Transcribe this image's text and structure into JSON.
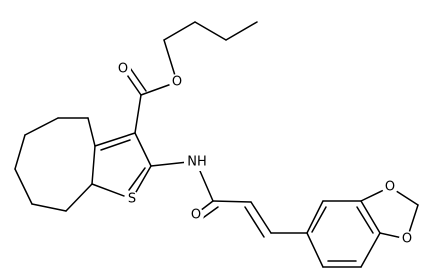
{
  "structure": {
    "atoms": {
      "oxygen_carbonyl_ester": "O",
      "oxygen_ether_ester": "O",
      "nitrogen_amide": "NH",
      "sulfur_thiophene": "S",
      "oxygen_carbonyl_amide": "O",
      "oxygen_dioxole_top": "O",
      "oxygen_dioxole_bottom": "O"
    }
  }
}
